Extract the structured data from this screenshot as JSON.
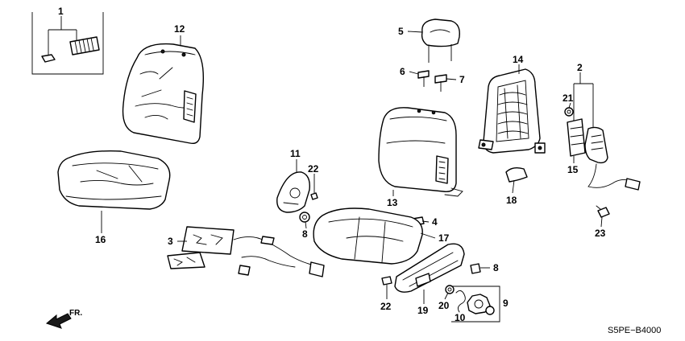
{
  "diagram_code": "S5PE−B4000",
  "direction_label": "FR.",
  "callouts": {
    "c1": "1",
    "c2": "2",
    "c3": "3",
    "c4": "4",
    "c5": "5",
    "c6": "6",
    "c7": "7",
    "c8a": "8",
    "c8b": "8",
    "c9": "9",
    "c10": "10",
    "c11": "11",
    "c12": "12",
    "c13": "13",
    "c14": "14",
    "c15": "15",
    "c16": "16",
    "c17": "17",
    "c18": "18",
    "c19": "19",
    "c20": "20",
    "c21": "21",
    "c22a": "22",
    "c22b": "22",
    "c23": "23"
  }
}
